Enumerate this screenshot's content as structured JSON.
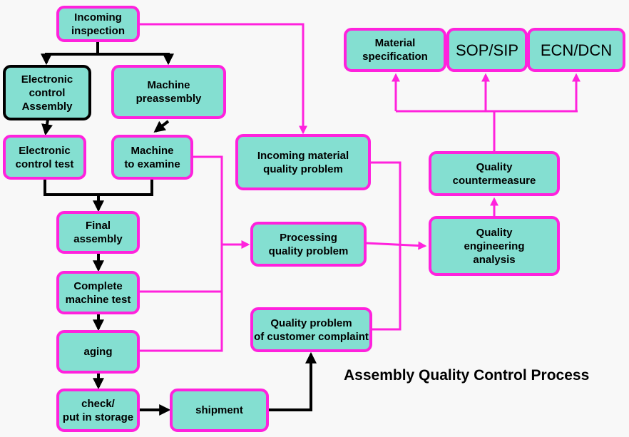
{
  "title": "Assembly Quality Control Process",
  "colors": {
    "box_fill": "#84dfd1",
    "box_border": "#ff22dd",
    "box_border_dark": "#000000",
    "quality_flow": "#ff22dd",
    "production_flow": "#000000",
    "background": "#f8f8f8"
  },
  "nodes": {
    "incoming_inspection": "Incoming\ninspection",
    "electronic_control_assembly": "Electronic\ncontrol\nAssembly",
    "machine_preassembly": "Machine\npreassembly",
    "electronic_control_test": "Electronic\ncontrol test",
    "machine_to_examine": "Machine\nto examine",
    "final_assembly": "Final\nassembly",
    "complete_machine_test": "Complete\nmachine test",
    "aging": "aging",
    "check_put_in_storage": "check/\nput in storage",
    "shipment": "shipment",
    "incoming_material_quality_problem": "Incoming material\nquality problem",
    "processing_quality_problem": "Processing\nquality problem",
    "customer_complaint_quality_problem": "Quality  problem\nof customer complaint",
    "quality_engineering_analysis": "Quality\nengineering\nanalysis",
    "quality_countermeasure": "Quality\ncountermeasure",
    "material_specification": "Material\nspecification",
    "sop_sip": "SOP/SIP",
    "ecn_dcn": "ECN/DCN"
  },
  "edges": [
    {
      "from": "incoming_inspection",
      "to": "electronic_control_assembly",
      "flow": "production"
    },
    {
      "from": "incoming_inspection",
      "to": "machine_preassembly",
      "flow": "production"
    },
    {
      "from": "electronic_control_assembly",
      "to": "electronic_control_test",
      "flow": "production"
    },
    {
      "from": "machine_preassembly",
      "to": "machine_to_examine",
      "flow": "production"
    },
    {
      "from": "electronic_control_test",
      "to": "final_assembly",
      "flow": "production"
    },
    {
      "from": "machine_to_examine",
      "to": "final_assembly",
      "flow": "production"
    },
    {
      "from": "final_assembly",
      "to": "complete_machine_test",
      "flow": "production"
    },
    {
      "from": "complete_machine_test",
      "to": "aging",
      "flow": "production"
    },
    {
      "from": "aging",
      "to": "check_put_in_storage",
      "flow": "production"
    },
    {
      "from": "check_put_in_storage",
      "to": "shipment",
      "flow": "production"
    },
    {
      "from": "shipment",
      "to": "customer_complaint_quality_problem",
      "flow": "production"
    },
    {
      "from": "incoming_inspection",
      "to": "incoming_material_quality_problem",
      "flow": "quality"
    },
    {
      "from": "machine_to_examine",
      "to": "processing_quality_problem",
      "flow": "quality"
    },
    {
      "from": "complete_machine_test",
      "to": "processing_quality_problem",
      "flow": "quality"
    },
    {
      "from": "aging",
      "to": "processing_quality_problem",
      "flow": "quality"
    },
    {
      "from": "incoming_material_quality_problem",
      "to": "quality_engineering_analysis",
      "flow": "quality"
    },
    {
      "from": "processing_quality_problem",
      "to": "quality_engineering_analysis",
      "flow": "quality"
    },
    {
      "from": "customer_complaint_quality_problem",
      "to": "quality_engineering_analysis",
      "flow": "quality"
    },
    {
      "from": "quality_engineering_analysis",
      "to": "quality_countermeasure",
      "flow": "quality"
    },
    {
      "from": "quality_countermeasure",
      "to": "material_specification",
      "flow": "quality"
    },
    {
      "from": "quality_countermeasure",
      "to": "sop_sip",
      "flow": "quality"
    },
    {
      "from": "quality_countermeasure",
      "to": "ecn_dcn",
      "flow": "quality"
    }
  ]
}
